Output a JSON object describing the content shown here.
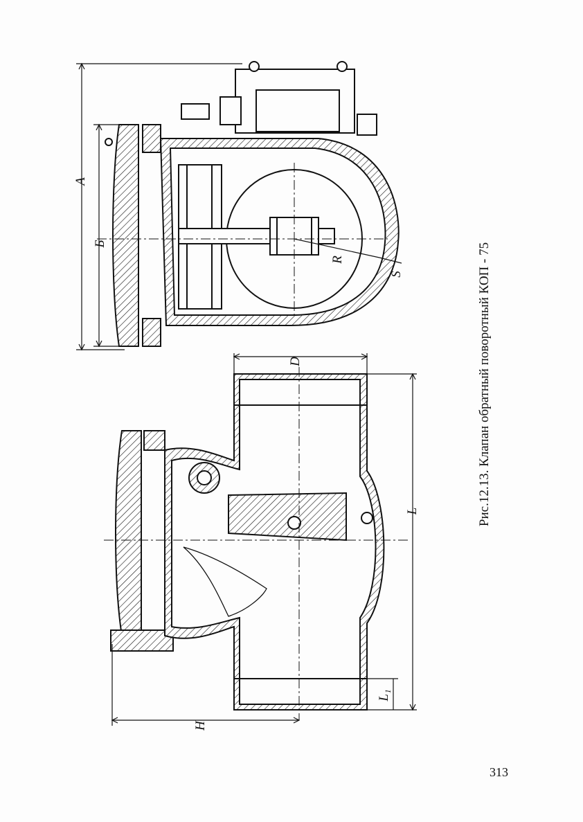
{
  "figure": {
    "caption": "Рис.12.13. Клапан обратный поворотный КОП - 75",
    "dimension_labels": {
      "A": "A",
      "B": "Б",
      "R": "R",
      "S": "S",
      "D": "D",
      "L": "L",
      "L1": "L₁",
      "H": "H"
    }
  },
  "page_number": "313"
}
